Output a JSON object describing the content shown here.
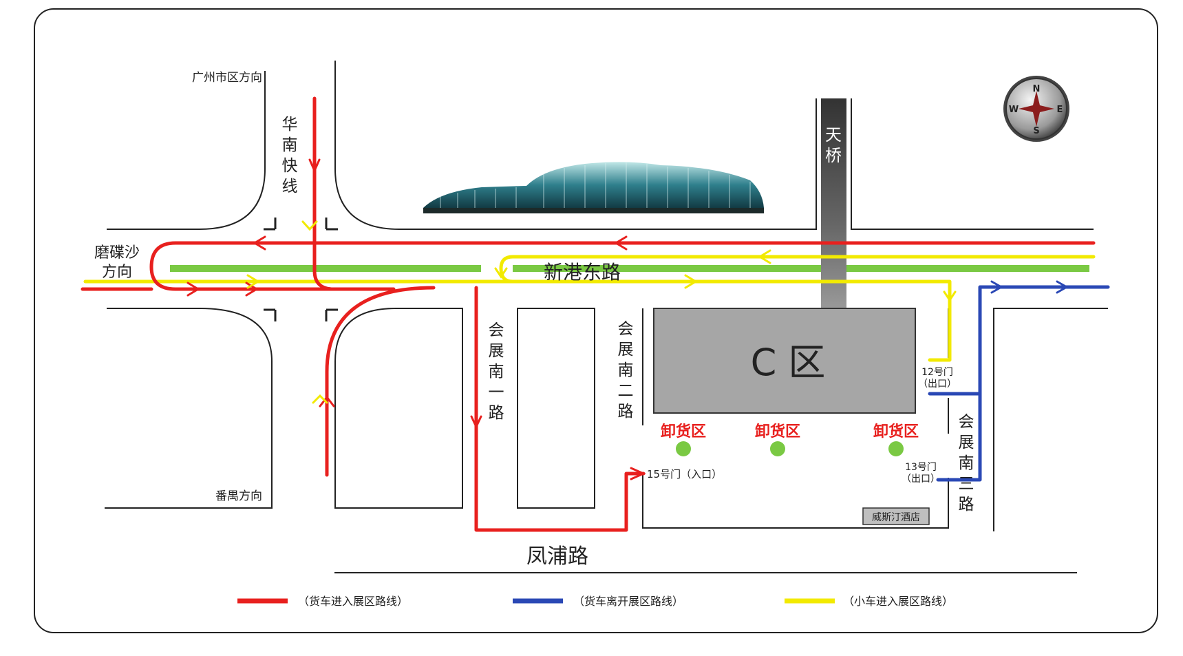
{
  "directions": {
    "guangzhou": "广州市区方向",
    "panyu": "番禺方向",
    "mocasha_line1": "磨碟沙",
    "mocasha_line2": "方向"
  },
  "roads": {
    "huanan_express": [
      "华",
      "南",
      "快",
      "线"
    ],
    "xingang_east": "新港东路",
    "fengpu": "凤浦路",
    "huizhan_south1": [
      "会",
      "展",
      "南",
      "一",
      "路"
    ],
    "huizhan_south2": [
      "会",
      "展",
      "南",
      "二",
      "路"
    ],
    "huizhan_south3": [
      "会",
      "展",
      "南",
      "三",
      "路"
    ],
    "bridge": [
      "天",
      "桥"
    ]
  },
  "zone": {
    "name": "C 区",
    "unloading": [
      "卸货区",
      "卸货区",
      "卸货区"
    ]
  },
  "gates": {
    "gate12_line1": "12号门",
    "gate12_line2": "（出口）",
    "gate13_line1": "13号门",
    "gate13_line2": "（出口）",
    "gate15": "15号门（入口）"
  },
  "hotel": "威斯汀酒店",
  "compass": {
    "n": "N",
    "s": "S",
    "e": "E",
    "w": "W"
  },
  "legend": [
    {
      "label": "（货车进入展区路线）",
      "color": "#e8201e"
    },
    {
      "label": "（货车离开展区路线）",
      "color": "#2a48b5"
    },
    {
      "label": "（小车进入展区路线）",
      "color": "#f2ea00"
    }
  ],
  "colors": {
    "truck_in": "#e8201e",
    "truck_out": "#2a48b5",
    "car_in": "#f2ea00",
    "median": "#7ac943",
    "zone_fill": "#a6a6a6",
    "bridge": "#555555"
  }
}
